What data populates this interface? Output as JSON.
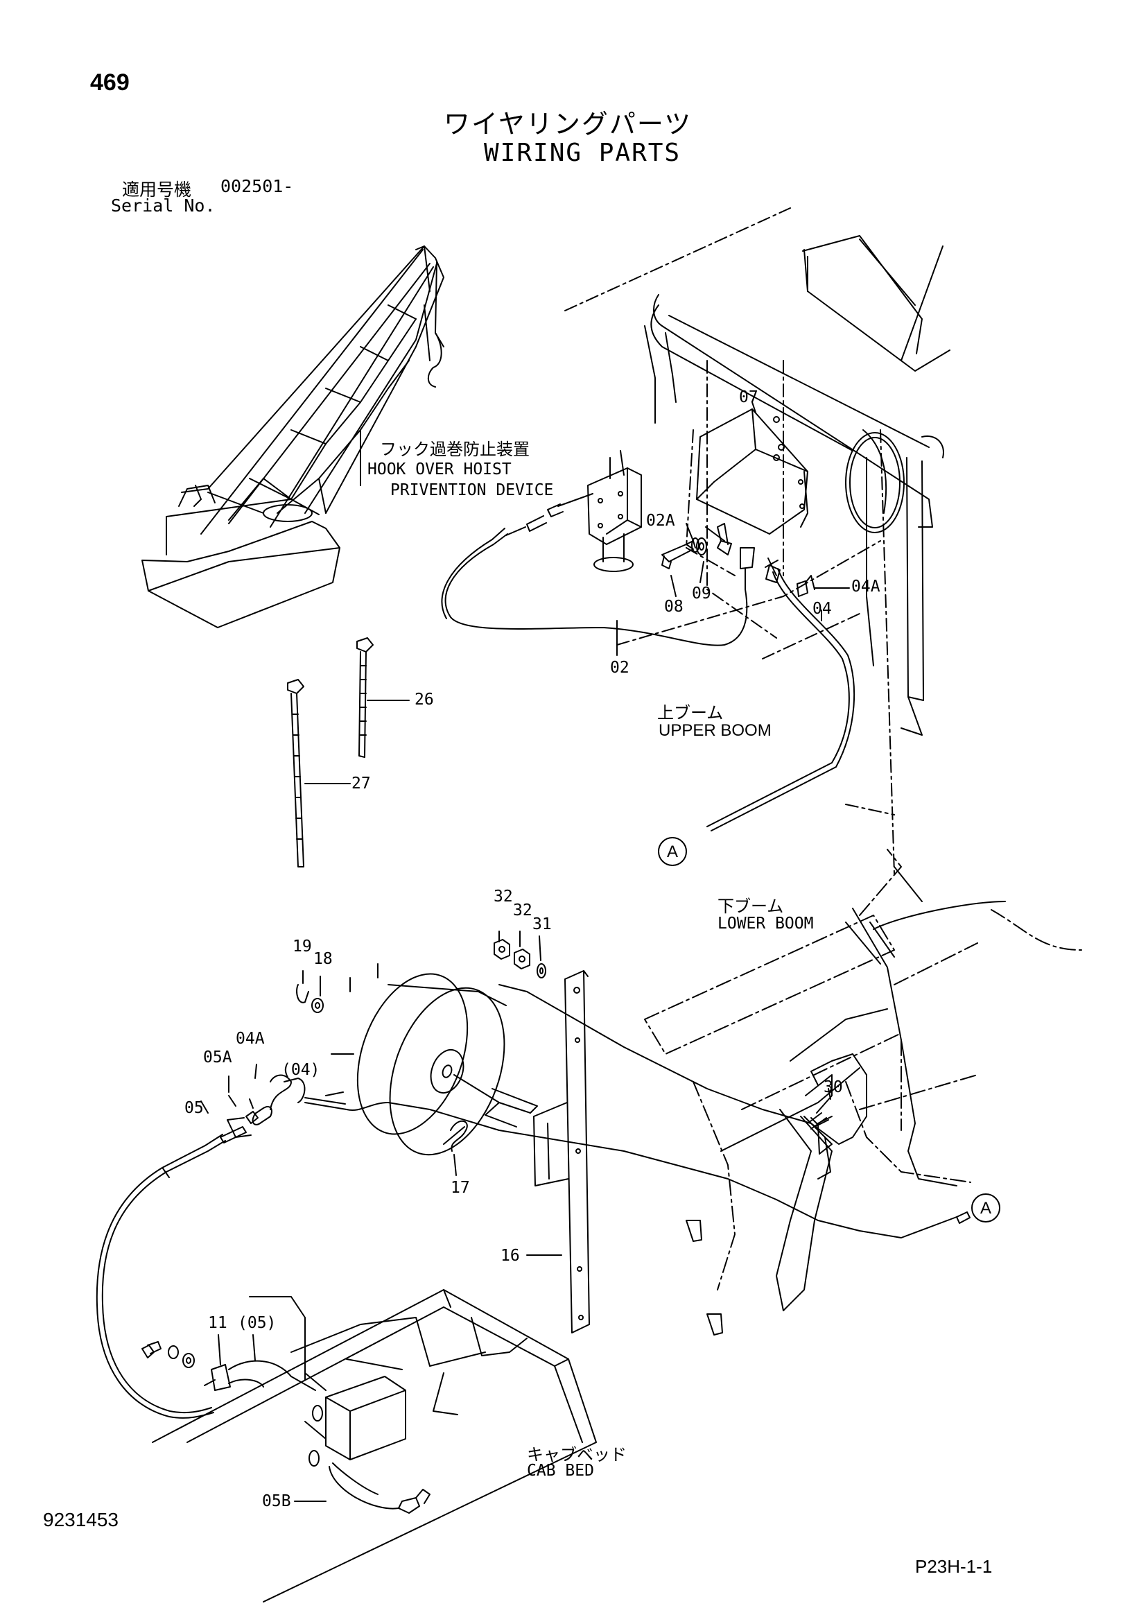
{
  "header": {
    "page_number": "469",
    "title_jp": "ワイヤリングパーツ",
    "title_en": "WIRING PARTS",
    "serial_jp": "適用号機",
    "serial_value": "002501-",
    "serial_en": "Serial No."
  },
  "labels": {
    "hook_jp": "フック過巻防止装置",
    "hook_en_1": "HOOK OVER HOIST",
    "hook_en_2": "PRIVENTION DEVICE",
    "upper_boom_jp": "上ブーム",
    "upper_boom_en": "UPPER BOOM",
    "lower_boom_jp": "下ブーム",
    "lower_boom_en": "LOWER BOOM",
    "cab_bed_jp": "キャブベッド",
    "cab_bed_en": "CAB  BED"
  },
  "callouts": {
    "p07": "07",
    "p02a": "02A",
    "p08": "08",
    "p09": "09",
    "p04a_top": "04A",
    "p04_top": "04",
    "p02": "02",
    "p26": "26",
    "p27": "27",
    "ref_a_top": "A",
    "p32a": "32",
    "p32b": "32",
    "p31": "31",
    "p19": "19",
    "p18": "18",
    "p04a_bottom": "04A",
    "p05a": "05A",
    "p04_paren": "(04)",
    "p05": "05",
    "p30": "30",
    "ref_a_bottom": "A",
    "p17": "17",
    "p16": "16",
    "p11": "11",
    "p05_paren": "(05)",
    "p05b": "05B"
  },
  "footer": {
    "doc_code": "9231453",
    "page_code": "P23H-1-1"
  }
}
